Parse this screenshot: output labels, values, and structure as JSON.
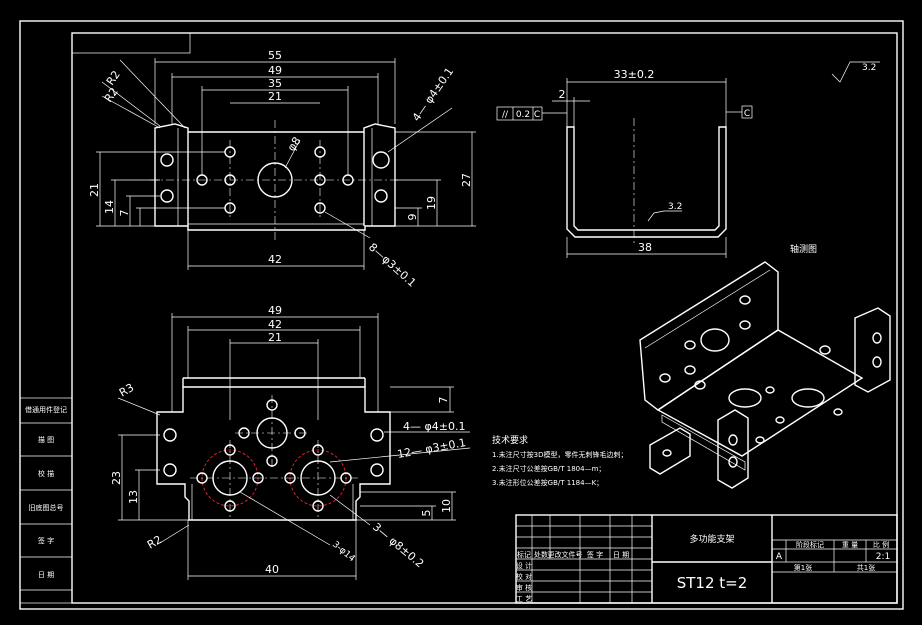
{
  "top_view": {
    "dim_55": "55",
    "dim_49": "49",
    "dim_35": "35",
    "dim_21": "21",
    "dim_42": "42",
    "dim_27": "27",
    "dim_21v": "21",
    "dim_14": "14",
    "dim_7": "7",
    "dim_9": "9",
    "dim_19": "19",
    "r2_a": "R2",
    "r2_b": "R2",
    "phi8": "φ8",
    "holes_4": "4— φ4±0.1",
    "holes_8": "8—φ3±0.1"
  },
  "side_view": {
    "dim_33": "33±0.2",
    "dim_2": "2",
    "dim_38": "38",
    "tol_sym": "//",
    "tol_val": "0.2",
    "tol_ref": "C",
    "datum": "C",
    "rough": "3.2"
  },
  "bottom_view": {
    "dim_49": "49",
    "dim_42": "42",
    "dim_21": "21",
    "dim_40": "40",
    "dim_23": "23",
    "dim_13": "13",
    "dim_7": "7",
    "dim_5": "5",
    "dim_10": "10",
    "r3": "R3",
    "r2": "R2",
    "holes_4": "4— φ4±0.1",
    "holes_12": "12— φ3±0.1",
    "holes_3a": "3-φ14",
    "holes_3b": "3— φ8±0.2"
  },
  "corner_rough": "3.2",
  "iso_label": "轴测图",
  "notes": {
    "title": "技术要求",
    "line1": "1.未注尺寸按3D模型，零件无刺锋毛边刺；",
    "line2": "2.未注尺寸公差按GB/T 1804—m；",
    "line3": "3.未注形位公差按GB/T 1184—K；"
  },
  "title_block": {
    "part_name": "多功能支架",
    "material": "ST12  t=2",
    "stage_label": "阶段标记",
    "weight_label": "重 量",
    "scale_label": "比 例",
    "stage_val": "A",
    "scale_val": "2:1",
    "sheet_a": "第1张",
    "sheet_b": "共1张",
    "row_headers": [
      "标记",
      "处数",
      "更改文件号",
      "签 字",
      "日 期"
    ],
    "row_labels": [
      "设 计",
      "校 对",
      "审 核",
      "工 艺"
    ]
  },
  "side_strip": [
    "借通用件登记",
    "描 图",
    "校 描",
    "旧底图总号",
    "签 字",
    "日 期"
  ]
}
